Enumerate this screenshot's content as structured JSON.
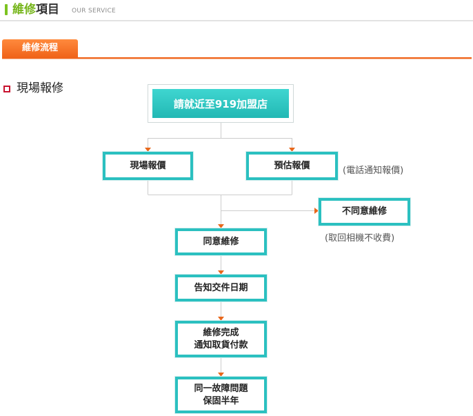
{
  "header": {
    "title_part1": "維修",
    "title_part2": "項目",
    "subtitle": "OUR SERVICE"
  },
  "tab": {
    "label": "維修流程"
  },
  "section": {
    "title": "現場報修"
  },
  "flow": {
    "start": "請就近至919加盟店",
    "onsite_quote": "現場報價",
    "estimate_quote": "預估報價",
    "estimate_note": "(電話通知報價)",
    "agree": "同意維修",
    "disagree": "不同意維修",
    "disagree_note": "(取回相機不收費)",
    "notify_date": "告知交件日期",
    "complete_line1": "維修完成",
    "complete_line2": "通知取貨付款",
    "warranty_line1": "同一故障問題",
    "warranty_line2": "保固半年"
  },
  "colors": {
    "accent_green": "#76b51b",
    "tab_orange": "#f0641a",
    "box_teal": "#2bc0c0",
    "arrow_orange": "#e8681c"
  }
}
